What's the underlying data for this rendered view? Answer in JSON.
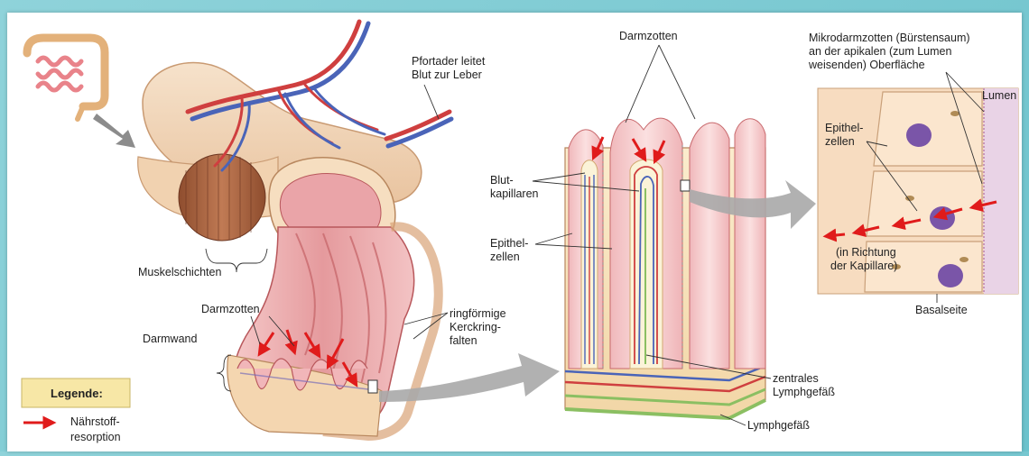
{
  "colors": {
    "frame": "#7cc8d0",
    "tissue": "#e8a7a9",
    "tissue_dark": "#b8575b",
    "serosa": "#f1d3b4",
    "muscle": "#a9653f",
    "artery": "#cf3f3f",
    "vein": "#4a64b8",
    "lymph": "#8bbf62",
    "arrow": "#e01b1b",
    "legend_bg": "#f7e7a6",
    "nucleus": "#7a55a8"
  },
  "icons": {
    "gi_tract": "intestine-icon",
    "legend_arrow": "red-arrow-icon"
  },
  "labels": {
    "pfortader_line1": "Pfortader leitet",
    "pfortader_line2": "Blut zur Leber",
    "muskelschichten": "Muskelschichten",
    "darmzotten_left": "Darmzotten",
    "darmwand": "Darmwand",
    "ringfoermige_line1": "ringförmige",
    "ringfoermige_line2": "Kerckring-",
    "ringfoermige_line3": "falten",
    "darmzotten_top": "Darmzotten",
    "blut_line1": "Blut-",
    "blut_line2": "kapillaren",
    "epithel_mid_line1": "Epithel-",
    "epithel_mid_line2": "zellen",
    "zentrales_line1": "zentrales",
    "zentrales_line2": "Lymphgefäß",
    "lymphgefaess": "Lymphgefäß",
    "mikro_line1": "Mikrodarmzotten (Bürstensaum)",
    "mikro_line2": "an der apikalen (zum Lumen",
    "mikro_line3": "weisenden) Oberfläche",
    "lumen": "Lumen",
    "epithel_right_line1": "Epithel-",
    "epithel_right_line2": "zellen",
    "richtung_line1": "(in Richtung",
    "richtung_line2": "der Kapillare)",
    "basalseite": "Basalseite"
  },
  "legend": {
    "title": "Legende:",
    "item_line1": "Nährstoff-",
    "item_line2": "resorption"
  }
}
